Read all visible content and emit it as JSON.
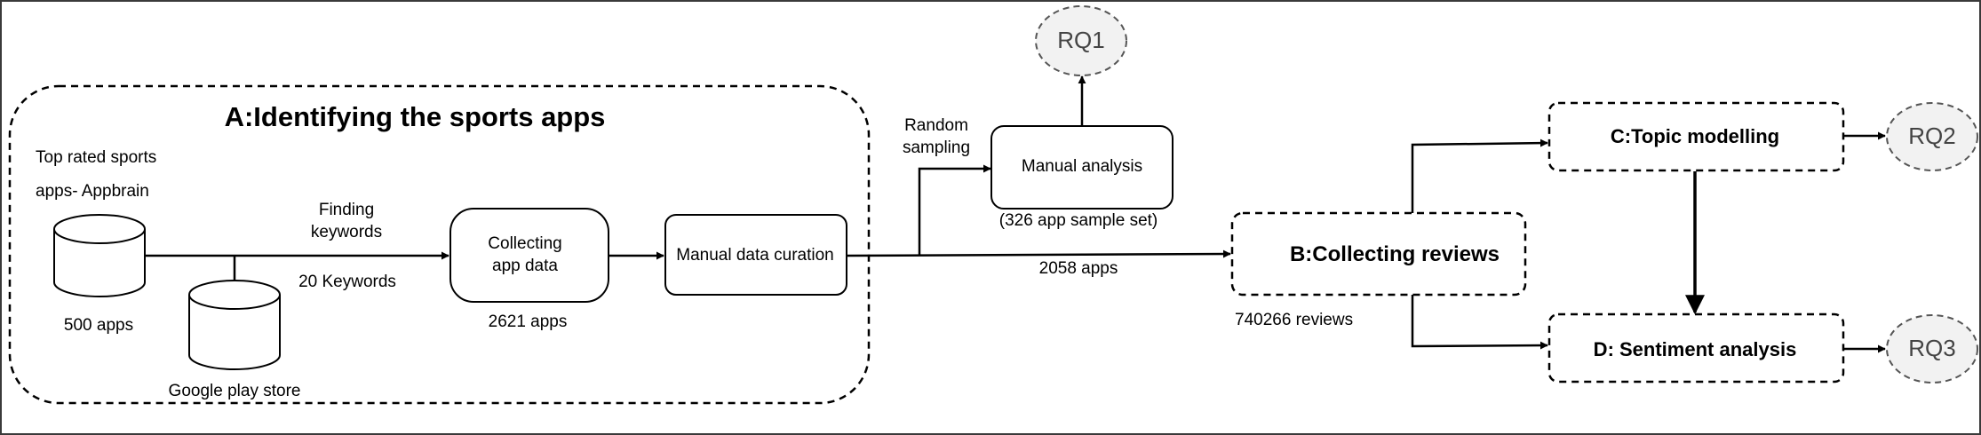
{
  "groupA": {
    "title": "A:Identifying the sports apps"
  },
  "sources": {
    "appbrain_line1": "Top rated sports",
    "appbrain_line2": "apps- Appbrain",
    "appbrain_count": "500 apps",
    "playstore_label": "Google play store"
  },
  "edges": {
    "finding_line1": "Finding",
    "finding_line2": "keywords",
    "keywords_count": "20 Keywords",
    "random_line1": "Random",
    "random_line2": "sampling",
    "apps_count_2058": "2058 apps"
  },
  "nodes": {
    "collecting_line1": "Collecting",
    "collecting_line2": "app data",
    "collecting_count": "2621 apps",
    "curation": "Manual data curation",
    "manual_analysis": "Manual analysis",
    "manual_sample": "(326 app sample set)",
    "collecting_reviews": "B:Collecting reviews",
    "reviews_count": "740266 reviews",
    "topic": "C:Topic modelling",
    "sentiment": "D: Sentiment analysis"
  },
  "research_questions": {
    "rq1": "RQ1",
    "rq2": "RQ2",
    "rq3": "RQ3"
  },
  "colors": {
    "stroke": "#000000",
    "rq_fill": "#f2f2f2",
    "rq_text": "#444444",
    "frame": "#3a3a3a"
  }
}
